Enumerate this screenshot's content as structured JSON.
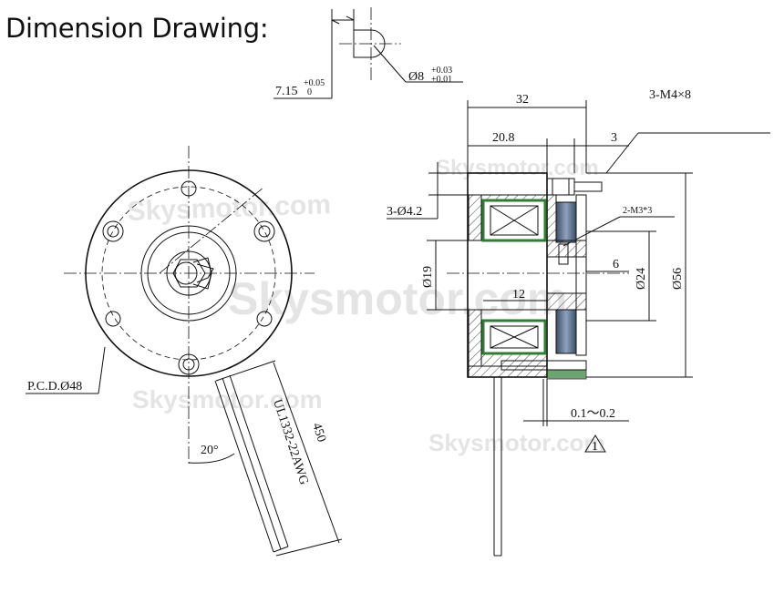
{
  "heading": "Dimension Drawing:",
  "detail": {
    "flat_dim": "7.15",
    "flat_tol_upper": "+0.05",
    "flat_tol_lower": "0",
    "shaft_dim": "Ø8",
    "shaft_tol_upper": "+0.03",
    "shaft_tol_lower": "+0.01"
  },
  "front_view": {
    "pcd_label": "P.C.D.Ø48",
    "angle_label": "20°",
    "cable_length": "450",
    "cable_spec": "UL1332-22AWG"
  },
  "side_view": {
    "overall_width": "32",
    "inner_width": "20.8",
    "offset": "3",
    "tapped_holes": "3-M4×8",
    "through_holes": "3-Ø4.2",
    "set_screws": "2-M3*3",
    "bore": "Ø19",
    "hub_diameter": "Ø24",
    "outer_diameter": "Ø56",
    "hub_width": "12",
    "hub_offset": "6",
    "gap": "0.1～0.2",
    "note_marker": "1"
  },
  "watermark": "Skysmotor.com",
  "colors": {
    "line": "#111111",
    "coil": "#2e7d32",
    "magnet": "#5a6f8a",
    "hatch": "#111111"
  }
}
